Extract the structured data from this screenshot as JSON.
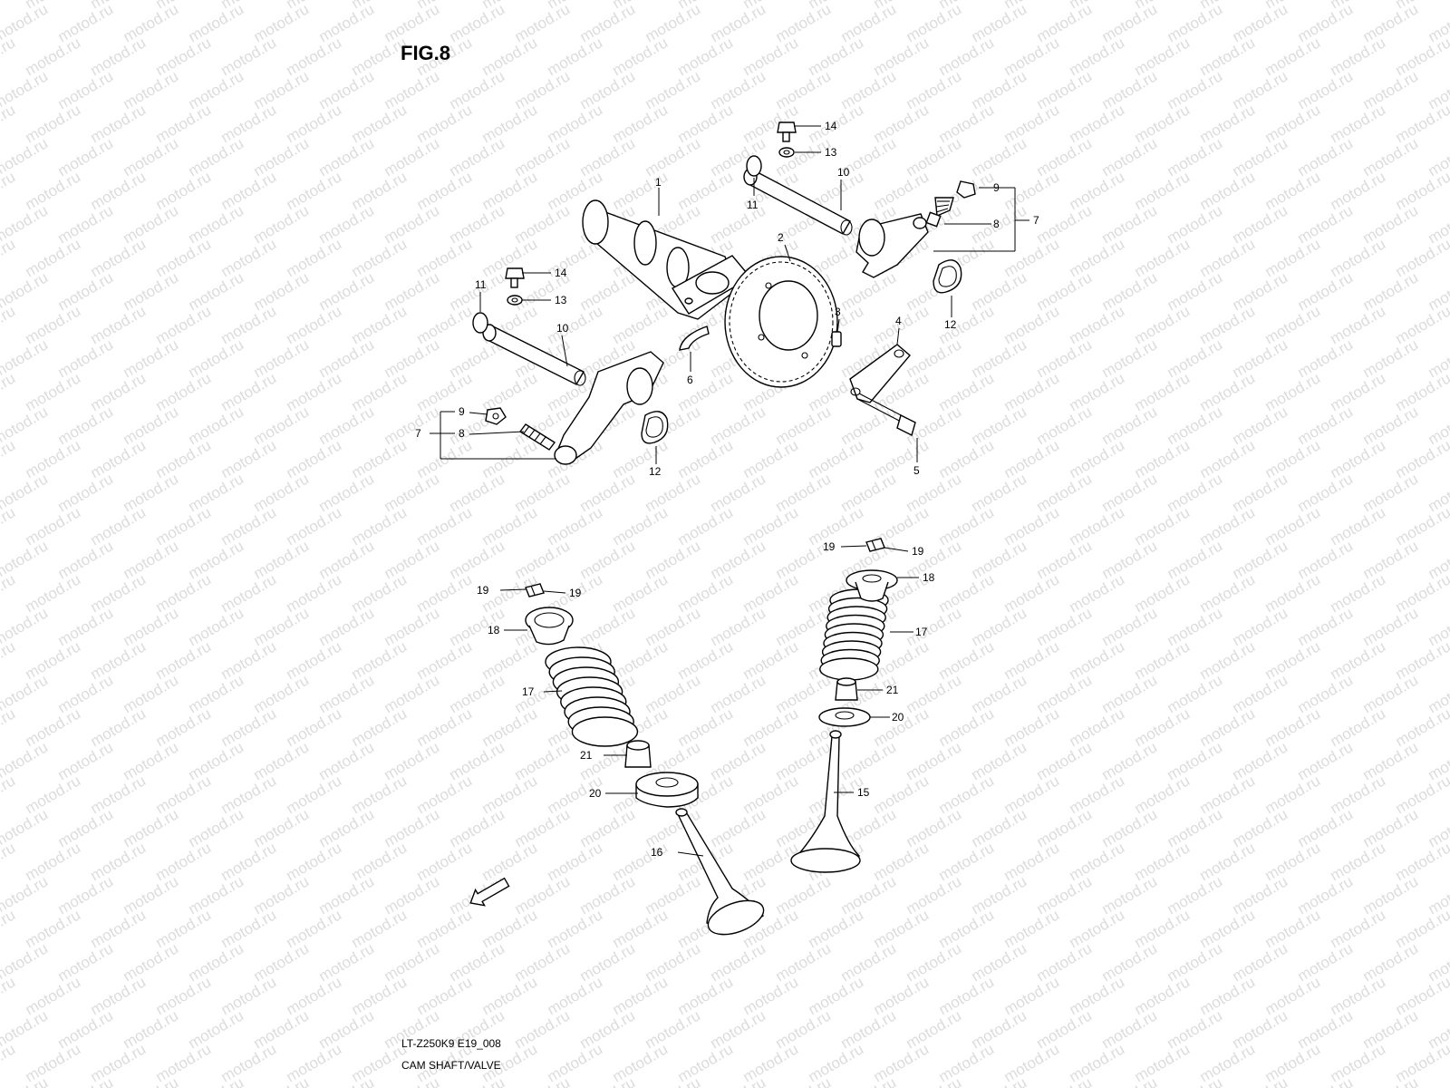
{
  "figure": {
    "title": "FIG.8",
    "code": "LT-Z250K9 E19_008",
    "name": "CAM SHAFT/VALVE"
  },
  "watermark": "motod.ru",
  "fwd_label": "FWD",
  "colors": {
    "line": "#000000",
    "watermark": "#dcdcdc",
    "background": "#ffffff"
  },
  "callouts": {
    "c1": "1",
    "c2": "2",
    "c3": "3",
    "c4": "4",
    "c5": "5",
    "c6": "6",
    "c7a": "7",
    "c7b": "7",
    "c8a": "8",
    "c8b": "8",
    "c9a": "9",
    "c9b": "9",
    "c10a": "10",
    "c10b": "10",
    "c11a": "11",
    "c11b": "11",
    "c12a": "12",
    "c12b": "12",
    "c13a": "13",
    "c13b": "13",
    "c14a": "14",
    "c14b": "14",
    "c15": "15",
    "c16": "16",
    "c17a": "17",
    "c17b": "17",
    "c18a": "18",
    "c18b": "18",
    "c19a": "19",
    "c19b": "19",
    "c19c": "19",
    "c19d": "19",
    "c20a": "20",
    "c20b": "20",
    "c21a": "21",
    "c21b": "21"
  }
}
